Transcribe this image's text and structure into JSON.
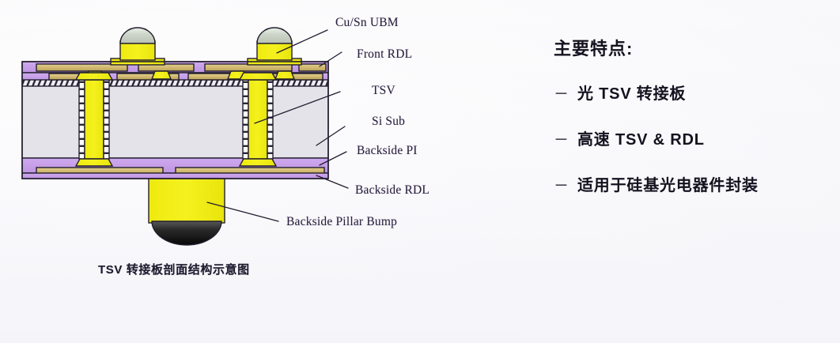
{
  "diagram": {
    "caption": "TSV 转接板剖面结构示意图",
    "callouts": [
      {
        "id": "cu-sn-ubm",
        "label": "Cu/Sn UBM"
      },
      {
        "id": "front-rdl",
        "label": "Front RDL"
      },
      {
        "id": "tsv",
        "label": "TSV"
      },
      {
        "id": "si-sub",
        "label": "Si Sub"
      },
      {
        "id": "backside-pi",
        "label": "Backside PI"
      },
      {
        "id": "backside-rdl",
        "label": "Backside RDL"
      },
      {
        "id": "backside-pillar-bump",
        "label": "Backside Pillar Bump"
      }
    ],
    "colors": {
      "pi_purple": "#c9a3e8",
      "si_substrate": "#e2e2e8",
      "copper_yellow": "#f2ee12",
      "rdl_tan": "#d6c07a",
      "liner_white": "#ffffff",
      "outline": "#231f2e",
      "solder_cap": "#cfd6cb",
      "pillar_cap": "#151515"
    }
  },
  "features": {
    "title": "主要特点:",
    "dash": "－",
    "items": [
      {
        "label": "光 TSV 转接板"
      },
      {
        "label": "高速 TSV & RDL"
      },
      {
        "label": "适用于硅基光电器件封装"
      }
    ]
  }
}
